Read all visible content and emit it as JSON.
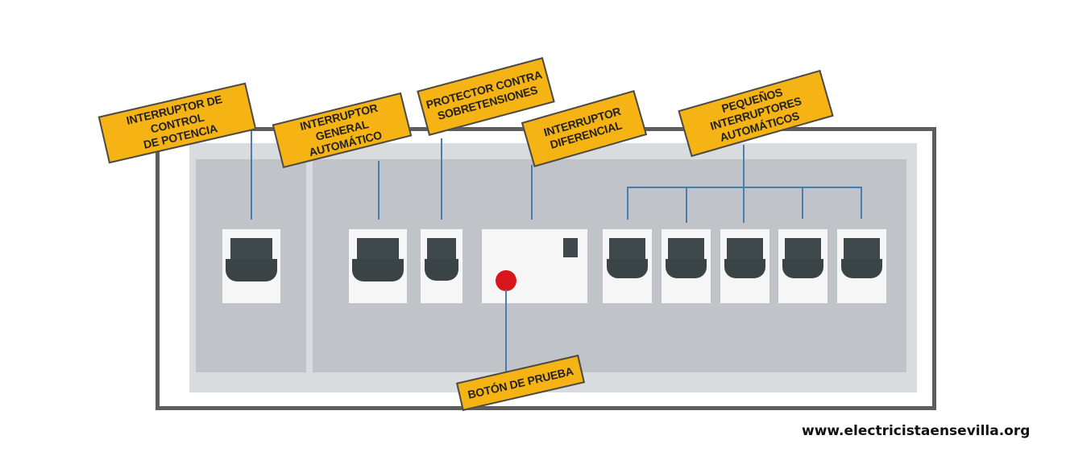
{
  "labels": {
    "control_potencia": "INTERRUPTOR DE CONTROL\nDE POTENCIA",
    "general_automatico": "INTERRUPTOR GENERAL\nAUTOMÁTICO",
    "sobretensiones": "PROTECTOR CONTRA\nSOBRETENSIONES",
    "diferencial": "INTERRUPTOR\nDIFERENCIAL",
    "pequenos": "PEQUEÑOS INTERRUPTORES\nAUTOMÁTICOS",
    "boton_prueba": "BOTÓN DE PRUEBA"
  },
  "watermark": "www.electricistaensevilla.org",
  "colors": {
    "label_fill": "#f6b414",
    "label_border": "#4a4a4a",
    "frame": "#5e5d5d",
    "panel": "#c0c4c9",
    "connector": "#4b7cab",
    "breaker_toggle": "#3f484b",
    "test_button": "#d7151b"
  }
}
